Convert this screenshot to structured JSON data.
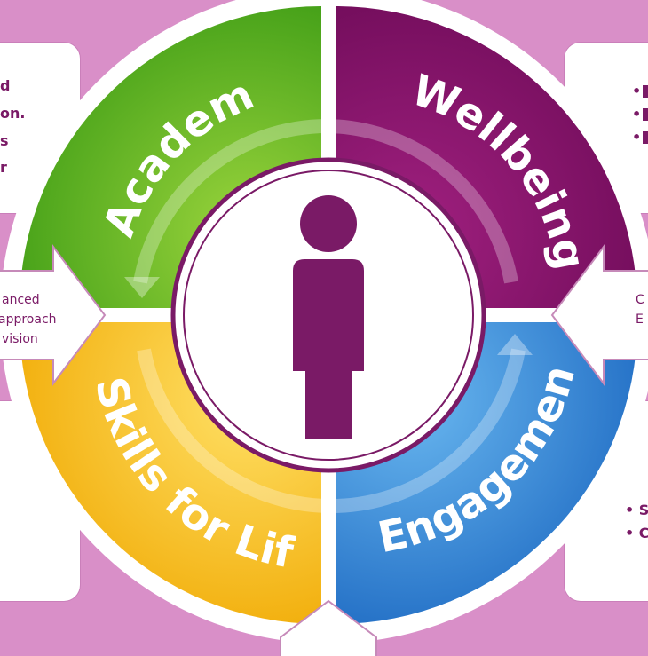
{
  "segments": {
    "academic": {
      "label": "Academic",
      "color": "#4aa81c"
    },
    "wellbeing": {
      "label": "Wellbeing",
      "color": "#8a1470"
    },
    "skills": {
      "label": "Skills for Life",
      "color": "#f2b400"
    },
    "engagement": {
      "label": "Engagement",
      "color": "#2d82d2"
    }
  },
  "left_arrow": {
    "line1": "anced",
    "line2": "approach",
    "line3": "vision"
  },
  "right_arrow": {
    "line1": "C",
    "line2": "E"
  },
  "top_left_card": {
    "line1": "d",
    "line2": "on.",
    "line3": "s",
    "line4": "r"
  },
  "top_right_card": {
    "bullet1": "•",
    "bullet2": "•",
    "bullet3": "•"
  },
  "bottom_right_card": {
    "line1": "• S",
    "line2": "• C"
  },
  "center_icon": "person-icon"
}
